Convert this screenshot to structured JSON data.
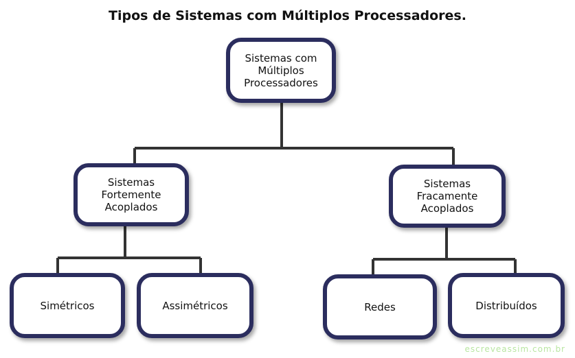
{
  "title": "Tipos de Sistemas com Múltiplos Processadores.",
  "root": {
    "line1": "Sistemas com",
    "line2": "Múltiplos Processadores"
  },
  "left": {
    "line1": "Sistemas",
    "line2": "Fortemente Acoplados"
  },
  "right": {
    "line1": "Sistemas",
    "line2": "Fracamente Acoplados"
  },
  "leaves": {
    "simetricos": "Simétricos",
    "assimetricos": "Assimétricos",
    "redes": "Redes",
    "distribuidos": "Distribuídos"
  },
  "watermark": "escreveassim.com.br",
  "colors": {
    "border": "#2b2d5e",
    "connector": "#333333",
    "watermark": "#b9e6a2"
  }
}
